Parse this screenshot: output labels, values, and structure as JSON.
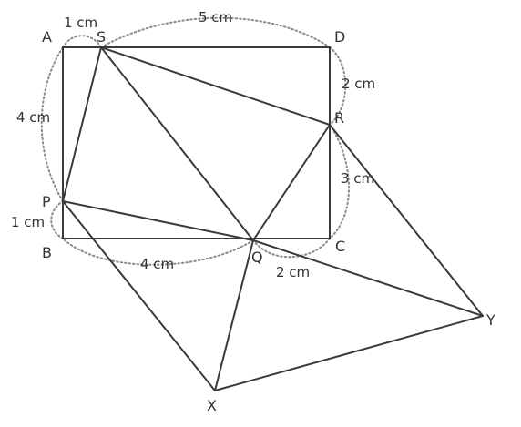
{
  "points": {
    "A": "A",
    "B": "B",
    "C": "C",
    "D": "D",
    "P": "P",
    "Q": "Q",
    "R": "R",
    "S": "S",
    "X": "X",
    "Y": "Y"
  },
  "dimensions": {
    "AS": "1 cm",
    "SD": "5 cm",
    "DR": "2 cm",
    "RC": "3 cm",
    "CQ": "2 cm",
    "QB": "4 cm",
    "BP": "1 cm",
    "PA": "4 cm"
  },
  "colors": {
    "line": "#3a3a3a",
    "dotted": "#8a8a8a",
    "text": "#333333"
  }
}
